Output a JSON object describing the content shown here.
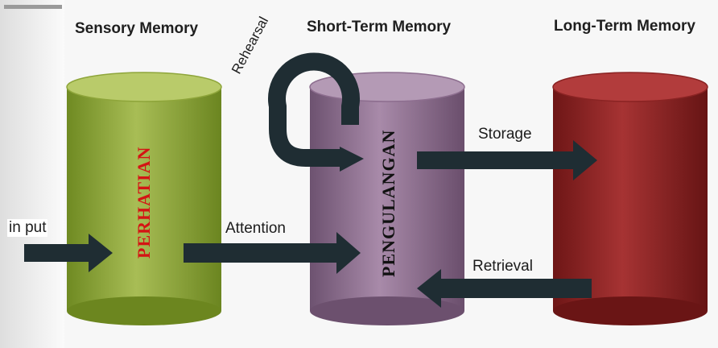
{
  "stages": {
    "sensory": "Sensory Memory",
    "short_term": "Short-Term Memory",
    "long_term": "Long-Term Memory"
  },
  "labels": {
    "input": "in put",
    "attention": "Attention",
    "rehearsal": "Rehearsal",
    "storage": "Storage",
    "retrieval": "Retrieval"
  },
  "overlays": {
    "sensory_vertical": "PERHATIAN",
    "short_term_vertical": "PENGULANGAN"
  },
  "colors": {
    "sensory": "#8fa83a",
    "short_term": "#8e6e90",
    "long_term": "#8a2323",
    "arrow": "#1f2d33",
    "perhatian_text": "#d41414",
    "pengulangan_text": "#111111"
  }
}
